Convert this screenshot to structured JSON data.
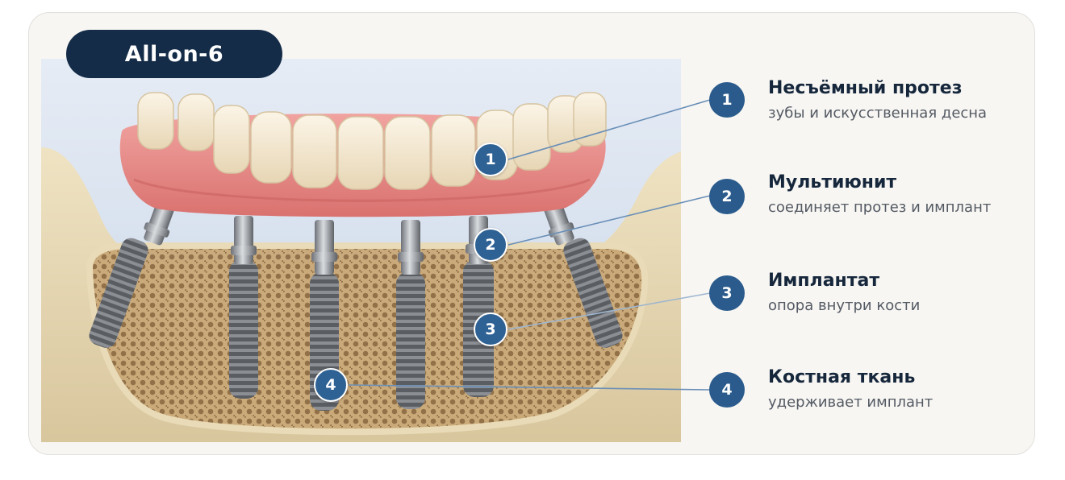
{
  "title": "All-on-6",
  "components": [
    {
      "number": "1",
      "name": "Несъёмный протез",
      "description": "зубы и искусственная десна"
    },
    {
      "number": "2",
      "name": "Мультиюнит",
      "description": "соединяет протез и имплант"
    },
    {
      "number": "3",
      "name": "Имплантат",
      "description": "опора внутри кости"
    },
    {
      "number": "4",
      "name": "Костная ткань",
      "description": "удерживает имплант"
    }
  ],
  "colors": {
    "accent": "#2a5b8c",
    "title_bg": "#142c48",
    "heading": "#16273c",
    "description": "#545a63",
    "gum": "#e88e8c",
    "tooth": "#f1e6cf",
    "bone": "#e6d6b2"
  }
}
